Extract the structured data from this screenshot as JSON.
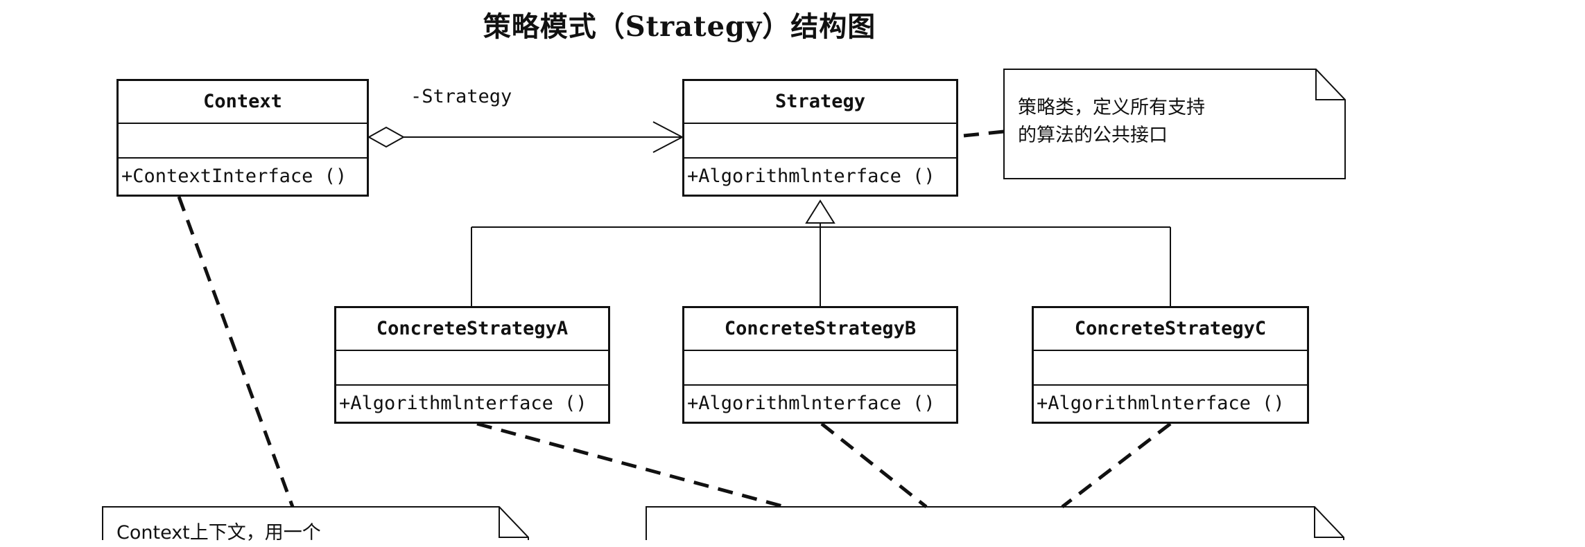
{
  "title": "策略模式（Strategy）结构图",
  "classes": {
    "context": {
      "name": "Context",
      "operation": "+ContextInterface ()"
    },
    "strategy": {
      "name": "Strategy",
      "operation": "+Algorithmlnterface ()"
    },
    "concrete_a": {
      "name": "ConcreteStrategyA",
      "operation": "+Algorithmlnterface ()"
    },
    "concrete_b": {
      "name": "ConcreteStrategyB",
      "operation": "+Algorithmlnterface ()"
    },
    "concrete_c": {
      "name": "ConcreteStrategyC",
      "operation": "+Algorithmlnterface ()"
    }
  },
  "association_label": "-Strategy",
  "notes": {
    "strategy_note": {
      "line1": "策略类，定义所有支持",
      "line2": "的算法的公共接口"
    },
    "context_note": {
      "line1": "Context上下文，用一个"
    },
    "concrete_note": {
      "line1": ""
    }
  }
}
